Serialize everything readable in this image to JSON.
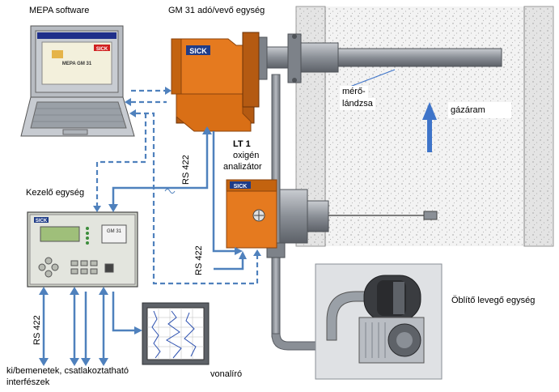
{
  "labels": {
    "mepa_software": "MEPA software",
    "transceiver": "GM 31 adó/vevő egység",
    "probe_line1": "mérő-",
    "probe_line2": "lándzsa",
    "gas_flow": "gázáram",
    "oxygen_line1": "LT 1",
    "oxygen_line2": "oxigén",
    "oxygen_line3": "analizátor",
    "control_unit": "Kezelő egység",
    "rs422_a": "RS 422",
    "rs422_b": "RS 422",
    "rs422_c": "RS 422",
    "purge_unit": "Öblítő levegő egység",
    "io_line1": "ki/bemenetek, csatlakoztatható",
    "io_line2": "interfészek",
    "recorder": "vonalíró"
  },
  "devices": {
    "brand": "SICK",
    "laptop_screen_title": "MEPA GM 31",
    "control_panel_badge": "GM 31"
  },
  "colors": {
    "orange": "#e57a1f",
    "orange_dark": "#a94f0c",
    "cable_blue": "#4f81bd",
    "arrow_blue": "#3e74c9",
    "steel": "#8d9299",
    "wall": "#eeeeee"
  }
}
